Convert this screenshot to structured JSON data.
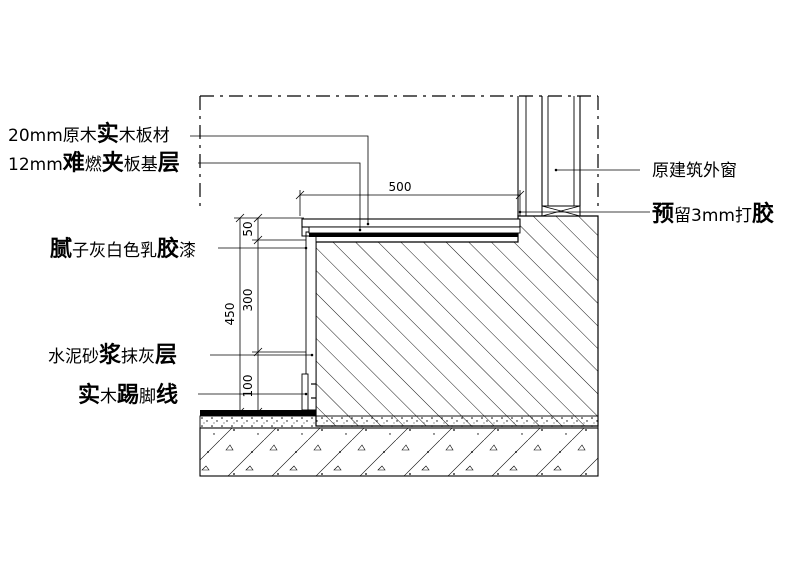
{
  "callouts": {
    "solid_wood_board": {
      "p1": "20mm原木",
      "p2": "实",
      "p3": "木板材"
    },
    "fire_plywood": {
      "p1": "12mm",
      "p2": "难",
      "p3": "燃",
      "p4": "夹",
      "p5": "板基",
      "p6": "层"
    },
    "putty_paint": {
      "p1": "腻",
      "p2": "子灰白色乳",
      "p3": "胶",
      "p4": "漆"
    },
    "cement_plaster": {
      "p1": "水泥砂",
      "p2": "浆",
      "p3": "抹灰",
      "p4": "层"
    },
    "baseboard": {
      "p1": "实",
      "p2": "木",
      "p3": "踢",
      "p4": "脚",
      "p5": "线"
    },
    "exterior_window": {
      "text": "原建筑外窗"
    },
    "glue_gap": {
      "p1": "预",
      "p2": "留3mm打",
      "p3": "胶"
    }
  },
  "dimensions": {
    "width_500": "500",
    "height_50": "50",
    "height_300": "300",
    "height_450": "450",
    "height_100": "100"
  },
  "colors": {
    "line": "#000000",
    "paper": "#ffffff"
  }
}
